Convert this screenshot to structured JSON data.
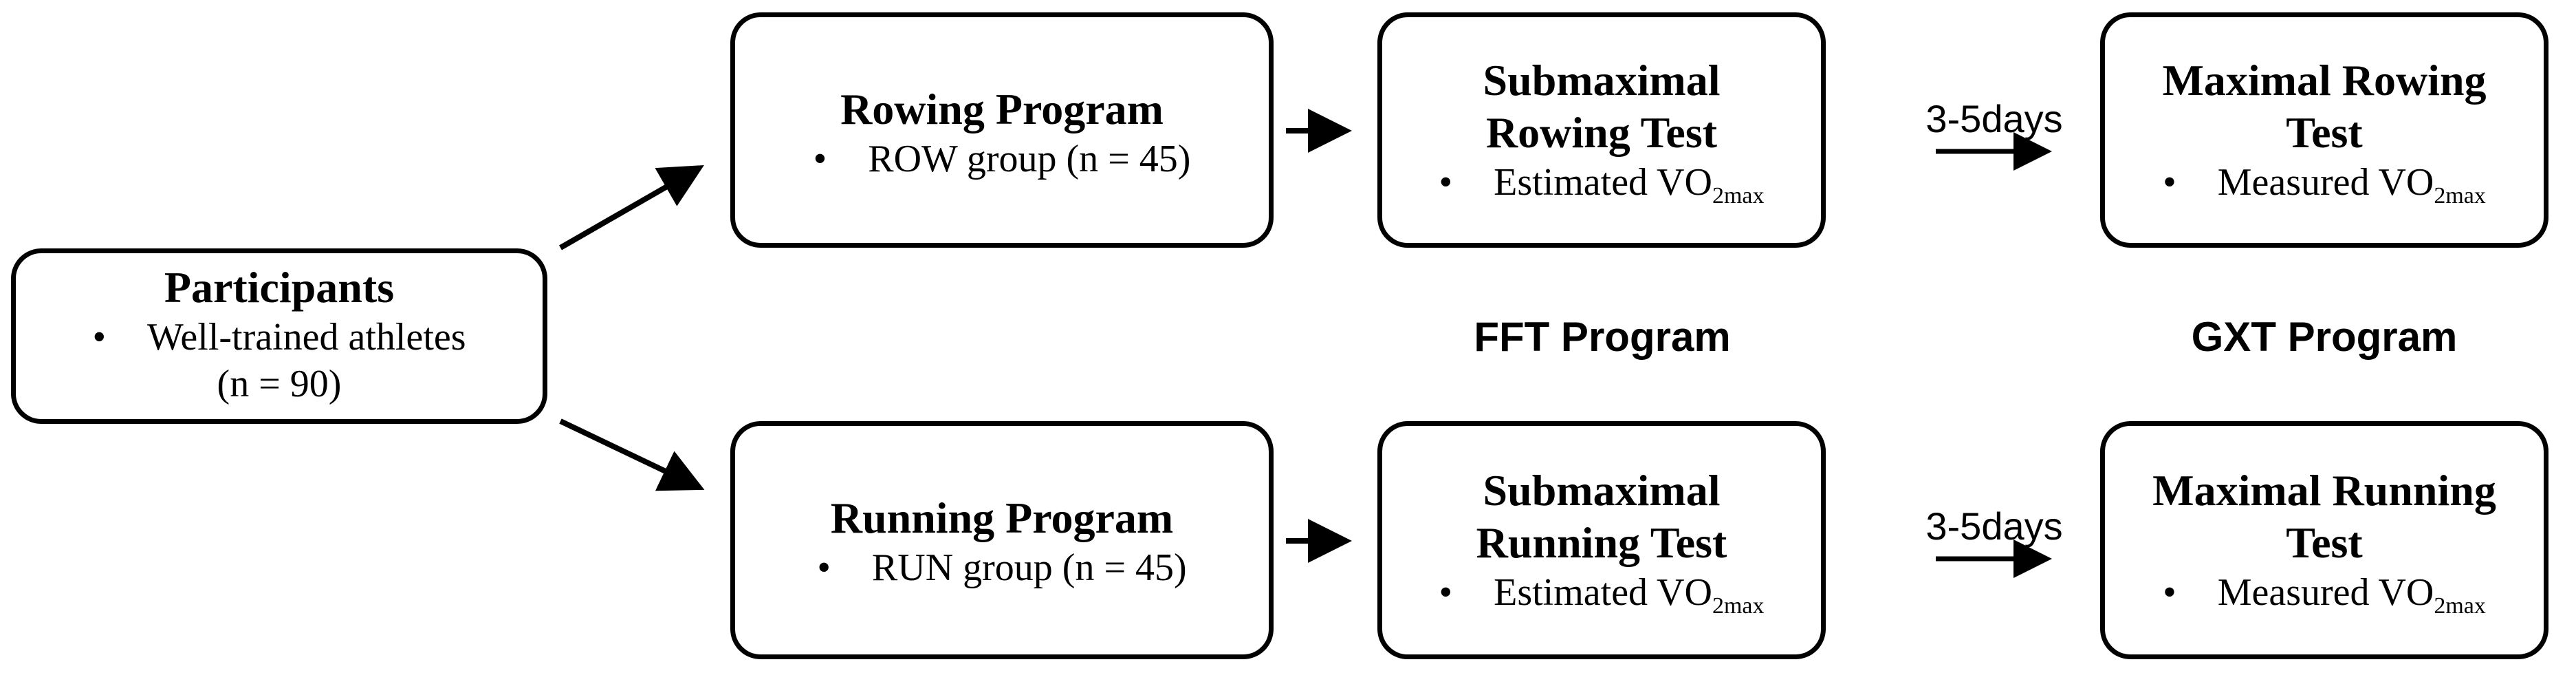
{
  "participants": {
    "title": "Participants",
    "bullet": "Well-trained athletes",
    "count": "(n = 90)"
  },
  "rowing_program": {
    "title": "Rowing Program",
    "bullet": "ROW group (n = 45)"
  },
  "running_program": {
    "title": "Running Program",
    "bullet": "RUN group (n = 45)"
  },
  "submax_rowing": {
    "title_line1": "Submaximal",
    "title_line2": "Rowing Test",
    "bullet_main": "Estimated VO",
    "bullet_sub": "2max"
  },
  "submax_running": {
    "title_line1": "Submaximal",
    "title_line2": "Running Test",
    "bullet_main": "Estimated VO",
    "bullet_sub": "2max"
  },
  "max_rowing": {
    "title_line1": "Maximal Rowing",
    "title_line2": "Test",
    "bullet_main": "Measured VO",
    "bullet_sub": "2max"
  },
  "max_running": {
    "title_line1": "Maximal Running",
    "title_line2": "Test",
    "bullet_main": "Measured VO",
    "bullet_sub": "2max"
  },
  "labels": {
    "days_top": "3-5days",
    "days_bottom": "3-5days",
    "fft_program": "FFT Program",
    "gxt_program": "GXT Program"
  },
  "bullet_symbol": "•"
}
